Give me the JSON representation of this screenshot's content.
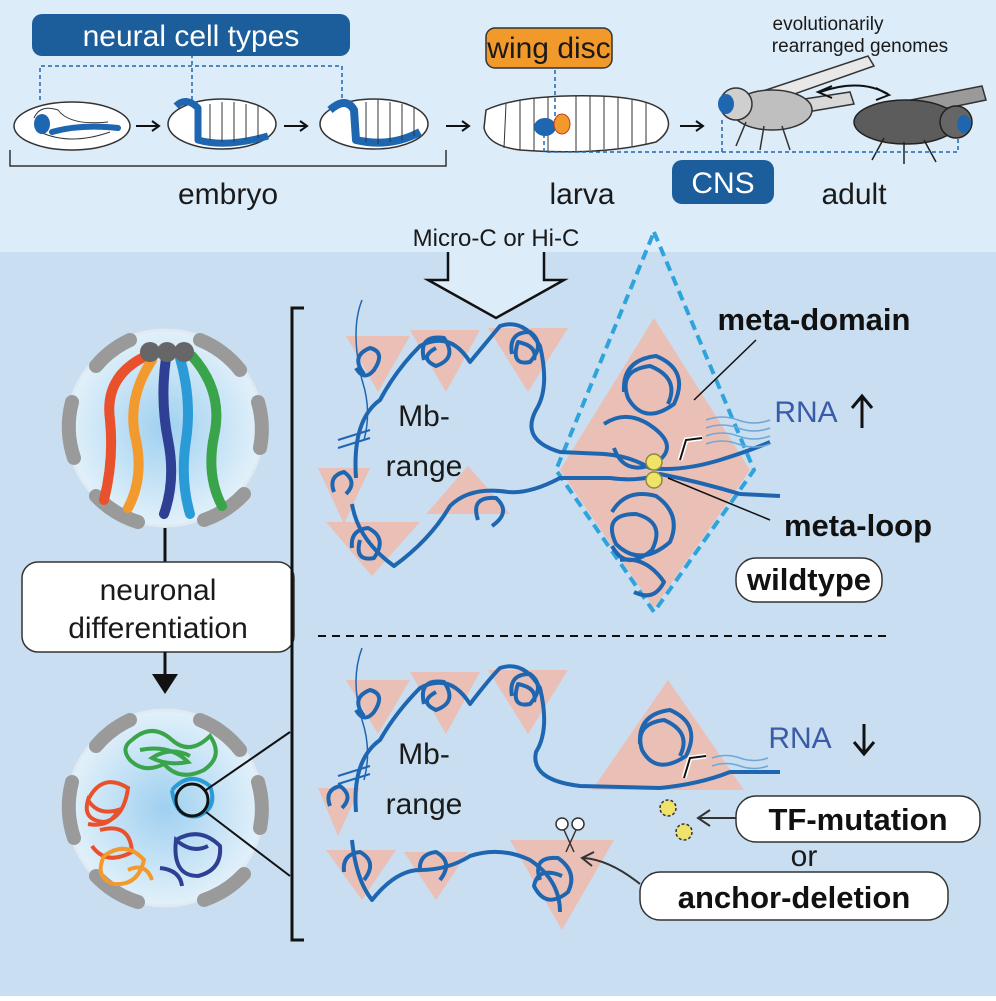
{
  "colors": {
    "top_bg": "#dcecf8",
    "bottom_bg": "#c9def0",
    "dna_blue": "#1f66b1",
    "label_blue": "#1c5e9c",
    "orange": "#f19a2b",
    "domain_fill": "#eac0b6",
    "dashed": "#2fa3dc",
    "yellow": "#f0e36a"
  },
  "top": {
    "neural_cell_types": "neural cell types",
    "wing_disc": "wing disc",
    "evolutionary_line1": "evolutionarily",
    "evolutionary_line2": "rearranged genomes",
    "embryo": "embryo",
    "larva": "larva",
    "cns": "CNS",
    "adult": "adult",
    "method": "Micro-C or Hi-C"
  },
  "left": {
    "differentiation_line1": "neuronal",
    "differentiation_line2": "differentiation"
  },
  "wildtype_panel": {
    "range_line1": "Mb-",
    "range_line2": "range",
    "meta_domain": "meta-domain",
    "meta_loop": "meta-loop",
    "rna": "RNA",
    "condition": "wildtype"
  },
  "mutant_panel": {
    "range_line1": "Mb-",
    "range_line2": "range",
    "rna": "RNA",
    "tf_mutation": "TF-mutation",
    "or": "or",
    "anchor_deletion": "anchor-deletion"
  }
}
